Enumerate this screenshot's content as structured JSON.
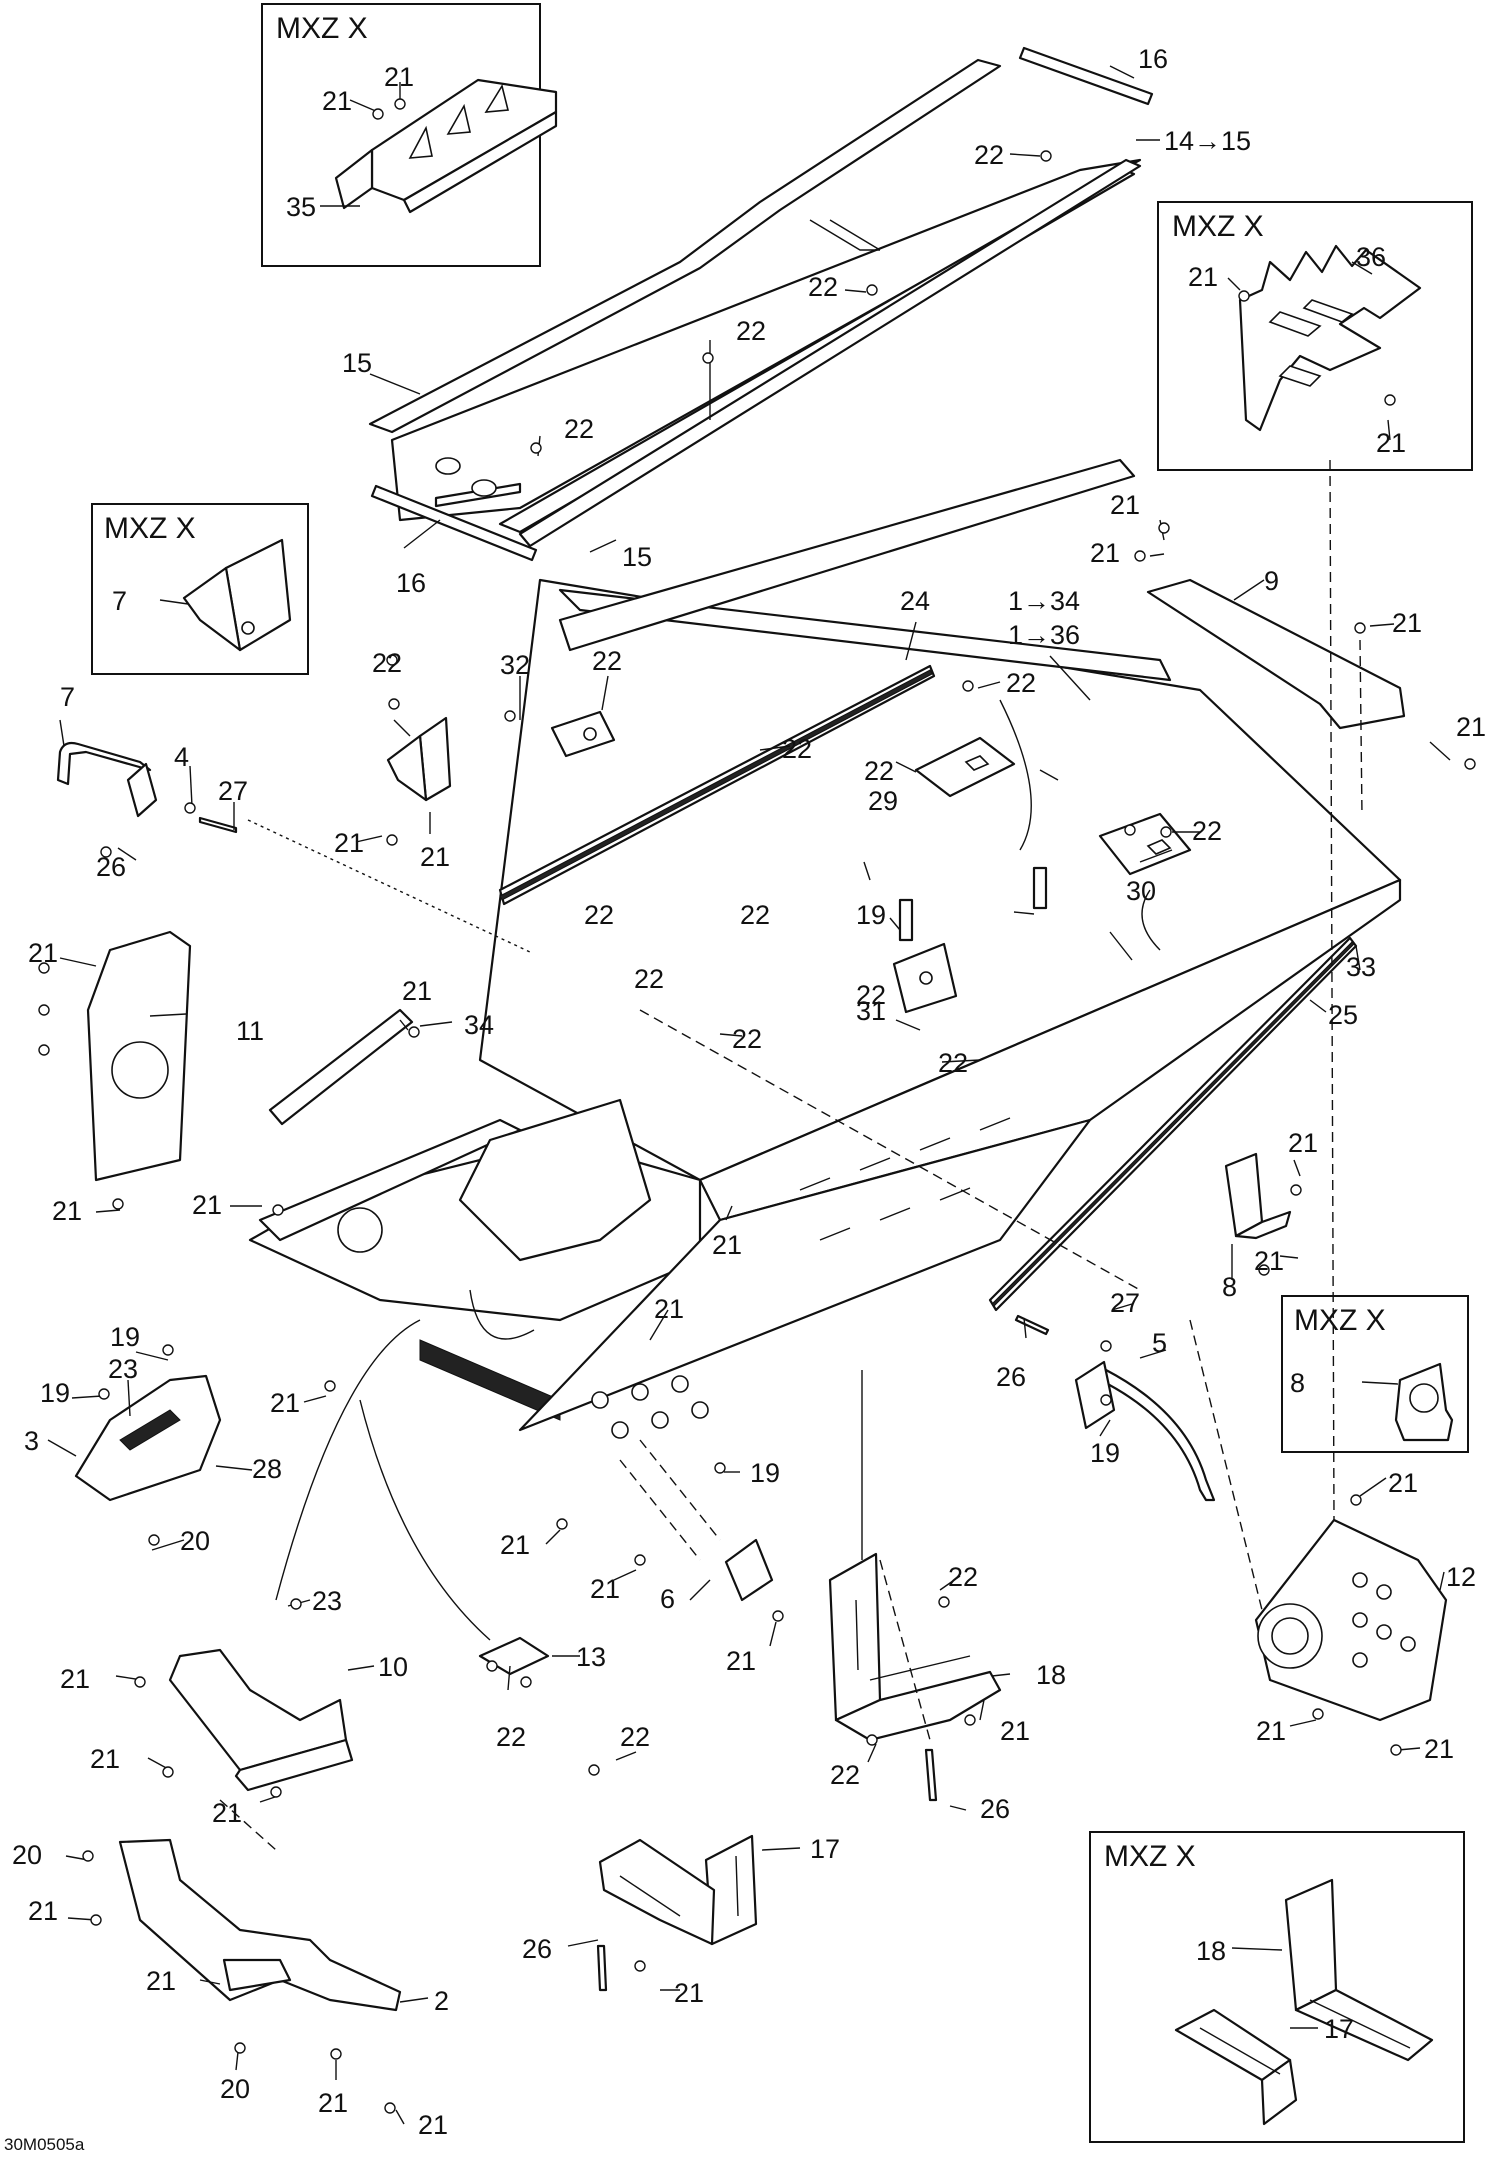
{
  "diagram": {
    "box_title": "MXZ X",
    "drawing_code": "30M0505a",
    "callouts": [
      {
        "id": "c16a",
        "text": "16"
      },
      {
        "id": "c1415",
        "text": "14→15"
      },
      {
        "id": "c22_tt",
        "text": "22"
      },
      {
        "id": "c22_tm",
        "text": "22"
      },
      {
        "id": "c22_tm2",
        "text": "22"
      },
      {
        "id": "c22_tl",
        "text": "22"
      },
      {
        "id": "c15a",
        "text": "15"
      },
      {
        "id": "c15b",
        "text": "15"
      },
      {
        "id": "c16b",
        "text": "16"
      },
      {
        "id": "c21_b1a",
        "text": "21"
      },
      {
        "id": "c21_b1b",
        "text": "21"
      },
      {
        "id": "c35",
        "text": "35"
      },
      {
        "id": "c36",
        "text": "36"
      },
      {
        "id": "c21_b2a",
        "text": "21"
      },
      {
        "id": "c21_b2b",
        "text": "21"
      },
      {
        "id": "c7_box",
        "text": "7"
      },
      {
        "id": "c21_r1",
        "text": "21"
      },
      {
        "id": "c21_r2",
        "text": "21"
      },
      {
        "id": "c9",
        "text": "9"
      },
      {
        "id": "c21_r3",
        "text": "21"
      },
      {
        "id": "c21_r4",
        "text": "21"
      },
      {
        "id": "c134",
        "text": "1→34"
      },
      {
        "id": "c136",
        "text": "1→36"
      },
      {
        "id": "c24",
        "text": "24"
      },
      {
        "id": "c22_u1",
        "text": "22"
      },
      {
        "id": "c22_u2",
        "text": "22"
      },
      {
        "id": "c22_u3",
        "text": "22"
      },
      {
        "id": "c29",
        "text": "29"
      },
      {
        "id": "c22_u4",
        "text": "22"
      },
      {
        "id": "c30",
        "text": "30"
      },
      {
        "id": "c22_u5",
        "text": "22"
      },
      {
        "id": "c32",
        "text": "32"
      },
      {
        "id": "c22_u6",
        "text": "22"
      },
      {
        "id": "c21_7a",
        "text": "21"
      },
      {
        "id": "c21_7b",
        "text": "21"
      },
      {
        "id": "c7",
        "text": "7"
      },
      {
        "id": "c4",
        "text": "4"
      },
      {
        "id": "c27a",
        "text": "27"
      },
      {
        "id": "c26a",
        "text": "26"
      },
      {
        "id": "c19a",
        "text": "19"
      },
      {
        "id": "c22_m1",
        "text": "22"
      },
      {
        "id": "c22_m2",
        "text": "22"
      },
      {
        "id": "c22_m3",
        "text": "22"
      },
      {
        "id": "c22_m4",
        "text": "22"
      },
      {
        "id": "c31",
        "text": "31"
      },
      {
        "id": "c33",
        "text": "33"
      },
      {
        "id": "c25",
        "text": "25"
      },
      {
        "id": "c22_m5",
        "text": "22"
      },
      {
        "id": "c22_m6",
        "text": "22"
      },
      {
        "id": "c21_11a",
        "text": "21"
      },
      {
        "id": "c11",
        "text": "11"
      },
      {
        "id": "c21_11b",
        "text": "21"
      },
      {
        "id": "c21_34",
        "text": "21"
      },
      {
        "id": "c34",
        "text": "34"
      },
      {
        "id": "c21_f1",
        "text": "21"
      },
      {
        "id": "c21_f2",
        "text": "21"
      },
      {
        "id": "c21_f3",
        "text": "21"
      },
      {
        "id": "c21_8a",
        "text": "21"
      },
      {
        "id": "c8",
        "text": "8"
      },
      {
        "id": "c21_8b",
        "text": "21"
      },
      {
        "id": "c8_box",
        "text": "8"
      },
      {
        "id": "c27b",
        "text": "27"
      },
      {
        "id": "c26b",
        "text": "26"
      },
      {
        "id": "c5",
        "text": "5"
      },
      {
        "id": "c19b",
        "text": "19"
      },
      {
        "id": "c19_3a",
        "text": "19"
      },
      {
        "id": "c19_3b",
        "text": "19"
      },
      {
        "id": "c23a",
        "text": "23"
      },
      {
        "id": "c3",
        "text": "3"
      },
      {
        "id": "c28",
        "text": "28"
      },
      {
        "id": "c20a",
        "text": "20"
      },
      {
        "id": "c21_f4",
        "text": "21"
      },
      {
        "id": "c19c",
        "text": "19"
      },
      {
        "id": "c21_f5",
        "text": "21"
      },
      {
        "id": "c21_6a",
        "text": "21"
      },
      {
        "id": "c6",
        "text": "6"
      },
      {
        "id": "c21_6b",
        "text": "21"
      },
      {
        "id": "c21_12a",
        "text": "21"
      },
      {
        "id": "c12",
        "text": "12"
      },
      {
        "id": "c21_12b",
        "text": "21"
      },
      {
        "id": "c21_12c",
        "text": "21"
      },
      {
        "id": "c23b",
        "text": "23"
      },
      {
        "id": "c21_10a",
        "text": "21"
      },
      {
        "id": "c10",
        "text": "10"
      },
      {
        "id": "c21_10b",
        "text": "21"
      },
      {
        "id": "c21_10c",
        "text": "21"
      },
      {
        "id": "c13",
        "text": "13"
      },
      {
        "id": "c22_13",
        "text": "22"
      },
      {
        "id": "c22_18a",
        "text": "22"
      },
      {
        "id": "c18",
        "text": "18"
      },
      {
        "id": "c22_18b",
        "text": "22"
      },
      {
        "id": "c21_18",
        "text": "21"
      },
      {
        "id": "c26c",
        "text": "26"
      },
      {
        "id": "c22_17",
        "text": "22"
      },
      {
        "id": "c17",
        "text": "17"
      },
      {
        "id": "c26d",
        "text": "26"
      },
      {
        "id": "c21_17",
        "text": "21"
      },
      {
        "id": "c20b",
        "text": "20"
      },
      {
        "id": "c21_2a",
        "text": "21"
      },
      {
        "id": "c21_2b",
        "text": "21"
      },
      {
        "id": "c2",
        "text": "2"
      },
      {
        "id": "c20c",
        "text": "20"
      },
      {
        "id": "c21_2c",
        "text": "21"
      },
      {
        "id": "c21_2d",
        "text": "21"
      },
      {
        "id": "c18_box",
        "text": "18"
      },
      {
        "id": "c17_box",
        "text": "17"
      }
    ]
  }
}
